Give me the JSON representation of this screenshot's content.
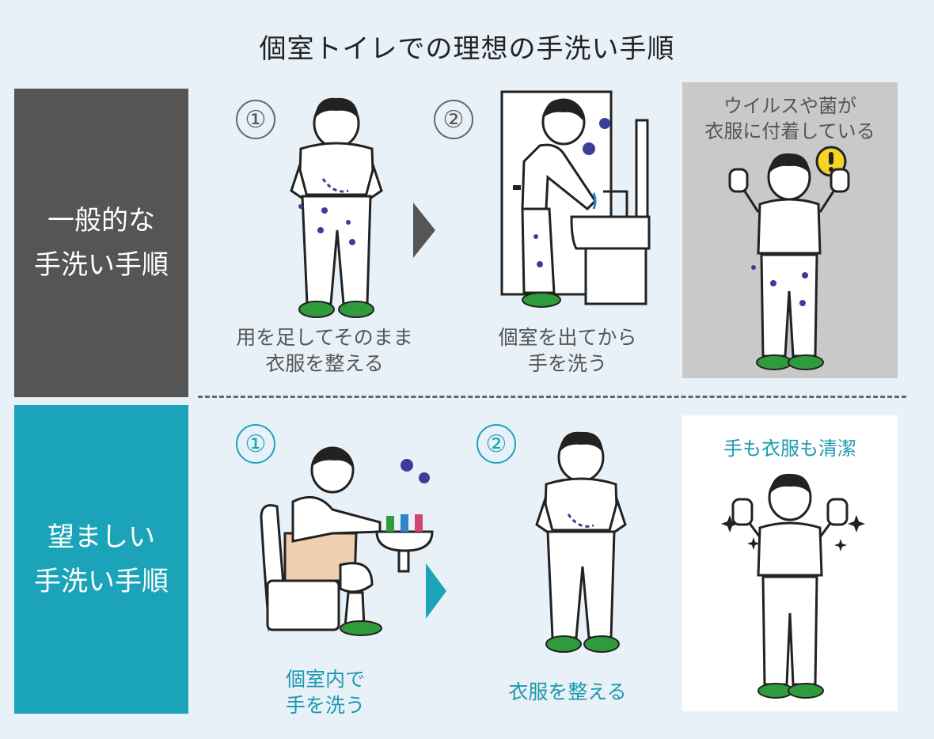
{
  "title": "個室トイレでの理想の手洗い手順",
  "rows": {
    "general": {
      "label": "一般的な\n手洗い手順",
      "steps": [
        {
          "number": "①",
          "caption": "用を足してそのまま\n衣服を整える"
        },
        {
          "number": "②",
          "caption": "個室を出てから\n手を洗う"
        }
      ],
      "result": "ウイルスや菌が\n衣服に付着している"
    },
    "ideal": {
      "label": "望ましい\n手洗い手順",
      "steps": [
        {
          "number": "①",
          "caption": "個室内で\n手を洗う"
        },
        {
          "number": "②",
          "caption": "衣服を整える"
        }
      ],
      "result": "手も衣服も清潔"
    }
  },
  "colors": {
    "background": "#e9f1f8",
    "general_label": "#555555",
    "ideal_label": "#1ba4b9",
    "bad_panel": "#c9c9c9",
    "good_panel": "#ffffff",
    "germ": "#3d3d99",
    "slipper": "#2f9b3c"
  },
  "icons": [
    "person-icon",
    "germ-icon",
    "sink-icon",
    "toilet-icon",
    "warning-icon",
    "sparkle-icon",
    "arrow-right-icon"
  ]
}
